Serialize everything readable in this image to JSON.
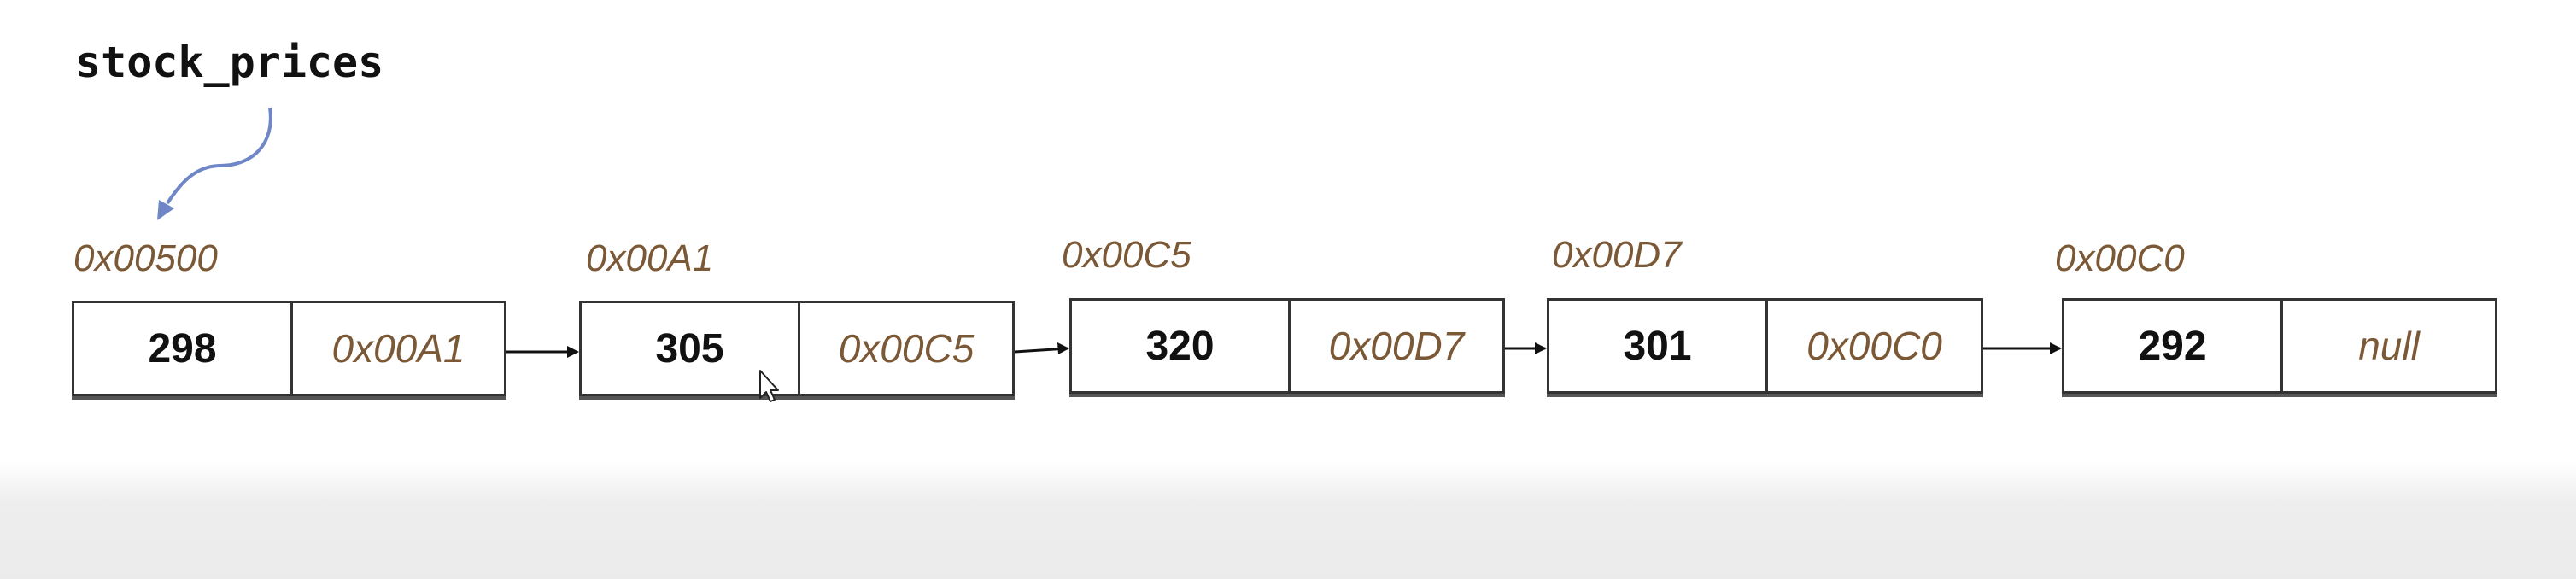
{
  "variable": {
    "name": "stock_prices"
  },
  "colors": {
    "address": "#7b5836",
    "pointer_arrow": "#6f86c7",
    "border": "#333333"
  },
  "nodes": [
    {
      "address": "0x00500",
      "value": "298",
      "next": "0x00A1"
    },
    {
      "address": "0x00A1",
      "value": "305",
      "next": "0x00C5"
    },
    {
      "address": "0x00C5",
      "value": "320",
      "next": "0x00D7"
    },
    {
      "address": "0x00D7",
      "value": "301",
      "next": "0x00C0"
    },
    {
      "address": "0x00C0",
      "value": "292",
      "next": "null"
    }
  ],
  "cursor": {
    "icon": "mouse-pointer-icon"
  }
}
